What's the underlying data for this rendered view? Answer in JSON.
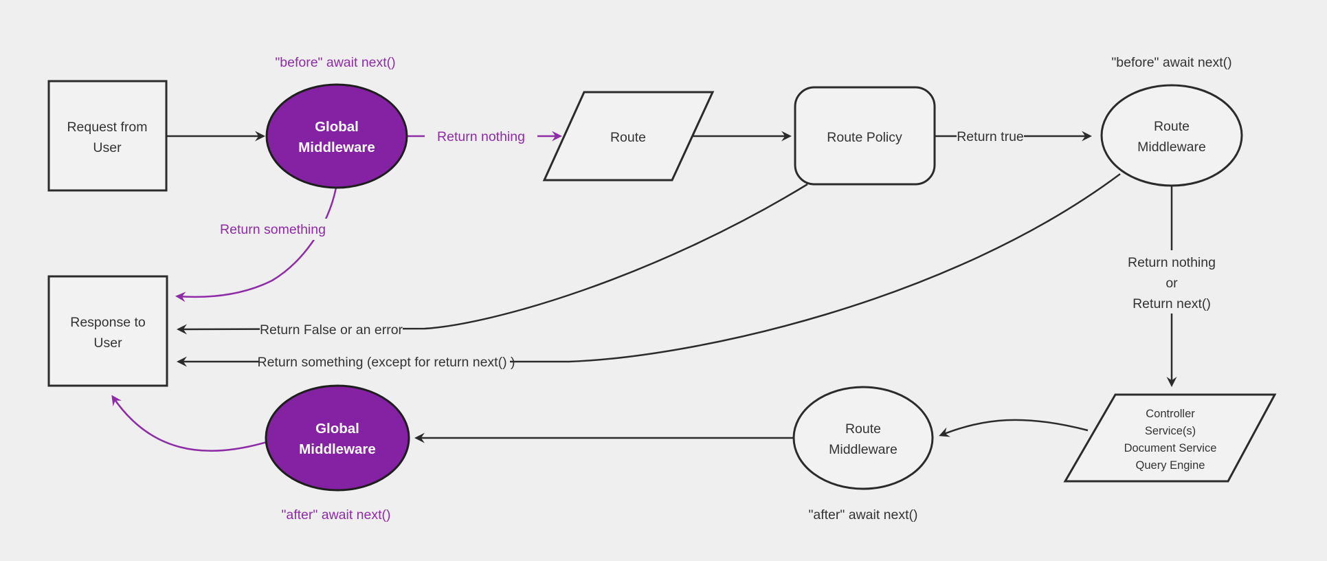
{
  "colors": {
    "background": "#efefef",
    "node_fill": "#f2f2f2",
    "stroke": "#2b2b2b",
    "text": "#333333",
    "purple_fill": "#8521a3",
    "purple": "#8e2ba6",
    "white": "#ffffff"
  },
  "nodes": {
    "request": {
      "lines": [
        "Request from",
        "User"
      ]
    },
    "global_mw_top": {
      "lines": [
        "Global",
        "Middleware"
      ]
    },
    "route": {
      "label": "Route"
    },
    "route_policy": {
      "label": "Route Policy"
    },
    "route_mw_top": {
      "lines": [
        "Route",
        "Middleware"
      ]
    },
    "controller": {
      "lines": [
        "Controller",
        "Service(s)",
        "Document Service",
        "Query Engine"
      ]
    },
    "route_mw_bottom": {
      "lines": [
        "Route",
        "Middleware"
      ]
    },
    "global_mw_bottom": {
      "lines": [
        "Global",
        "Middleware"
      ]
    },
    "response": {
      "lines": [
        "Response to",
        "User"
      ]
    }
  },
  "edge_labels": {
    "return_nothing": "Return nothing",
    "return_true": "Return true",
    "return_something": "Return something",
    "return_nothing_or": {
      "lines": [
        "Return nothing",
        "or",
        "Return next()"
      ]
    },
    "return_false_or_error": "Return False or an error",
    "return_something_except": "Return something (except for return next() )",
    "arrow_icon": "arrowhead"
  },
  "captions": {
    "before_await_left": "\"before\" await next()",
    "before_await_right": "\"before\" await next()",
    "after_await_left": "\"after\" await next()",
    "after_await_mid": "\"after\" await next()"
  }
}
